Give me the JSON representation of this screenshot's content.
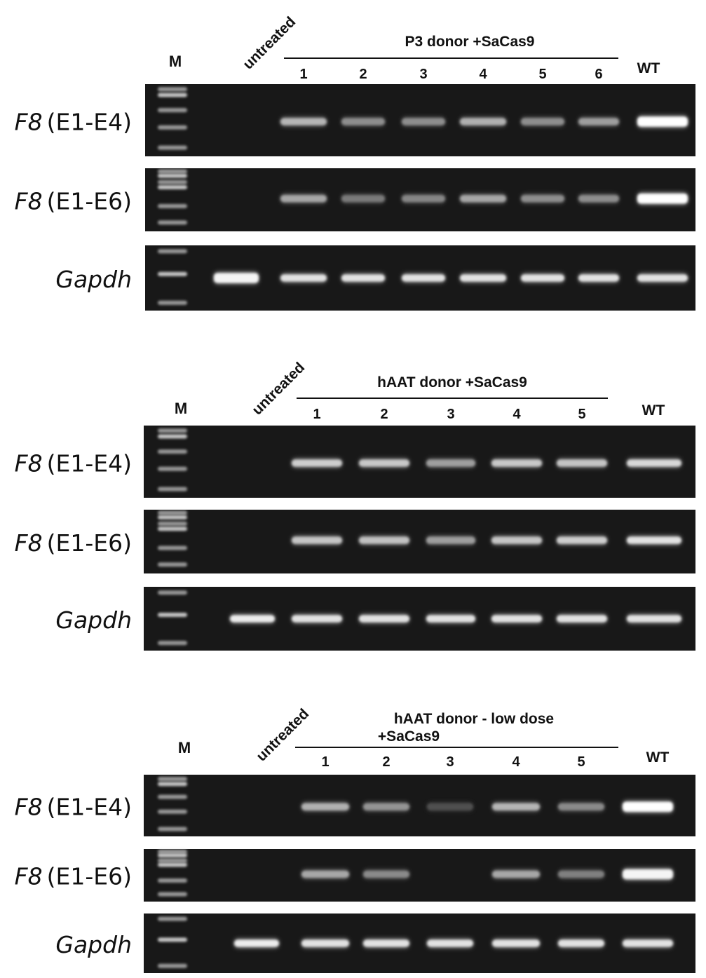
{
  "colors": {
    "gel_bg": "#181818",
    "band": "#e4e4e4",
    "ladder": "#d0d0d0",
    "text": "#111111"
  },
  "panels": [
    {
      "id": "p3",
      "marker_label": "M",
      "untreated_label": "untreated",
      "group_label_lines": [
        "P3 donor  +SaCas9"
      ],
      "lanes": [
        "1",
        "2",
        "3",
        "4",
        "5",
        "6"
      ],
      "wt_label": "WT",
      "rows": [
        {
          "gene": "F8",
          "region": "(E1-E4)",
          "italic_only": false,
          "bands": [
            0,
            0.62,
            0.42,
            0.42,
            0.6,
            0.42,
            0.5,
            1.0
          ]
        },
        {
          "gene": "F8",
          "region": "(E1-E6)",
          "italic_only": false,
          "bands": [
            0,
            0.55,
            0.32,
            0.38,
            0.55,
            0.42,
            0.42,
            1.0
          ]
        },
        {
          "gene": "Gapdh",
          "region": "",
          "italic_only": true,
          "bands": [
            0.95,
            0.85,
            0.85,
            0.85,
            0.85,
            0.85,
            0.85,
            0.85
          ]
        }
      ]
    },
    {
      "id": "haat",
      "marker_label": "M",
      "untreated_label": "untreated",
      "group_label_lines": [
        "hAAT donor +SaCas9"
      ],
      "lanes": [
        "1",
        "2",
        "3",
        "4",
        "5"
      ],
      "wt_label": "WT",
      "rows": [
        {
          "gene": "F8",
          "region": "(E1-E4)",
          "italic_only": false,
          "bands": [
            0,
            0.75,
            0.72,
            0.5,
            0.72,
            0.7,
            0.8
          ]
        },
        {
          "gene": "F8",
          "region": "(E1-E6)",
          "italic_only": false,
          "bands": [
            0,
            0.7,
            0.68,
            0.5,
            0.7,
            0.75,
            0.85
          ]
        },
        {
          "gene": "Gapdh",
          "region": "",
          "italic_only": true,
          "bands": [
            0.9,
            0.85,
            0.85,
            0.85,
            0.85,
            0.85,
            0.85
          ]
        }
      ]
    },
    {
      "id": "haat-low",
      "marker_label": "M",
      "untreated_label": "untreated",
      "group_label_lines": [
        "hAAT donor - low dose",
        "+SaCas9"
      ],
      "lanes": [
        "1",
        "2",
        "3",
        "4",
        "5"
      ],
      "wt_label": "WT",
      "rows": [
        {
          "gene": "F8",
          "region": "(E1-E4)",
          "italic_only": false,
          "bands": [
            0,
            0.6,
            0.45,
            0.1,
            0.62,
            0.4,
            1.0
          ]
        },
        {
          "gene": "F8",
          "region": "(E1-E6)",
          "italic_only": false,
          "bands": [
            0,
            0.55,
            0.4,
            0,
            0.55,
            0.35,
            0.95
          ]
        },
        {
          "gene": "Gapdh",
          "region": "",
          "italic_only": true,
          "bands": [
            0.9,
            0.85,
            0.85,
            0.85,
            0.85,
            0.85,
            0.85
          ]
        }
      ]
    }
  ]
}
